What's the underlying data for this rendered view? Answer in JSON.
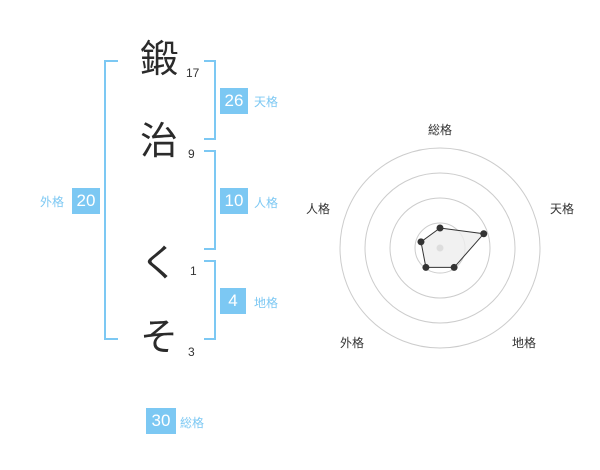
{
  "name": {
    "characters": [
      {
        "char": "鍛",
        "strokes": "17"
      },
      {
        "char": "治",
        "strokes": "9"
      },
      {
        "char": "く",
        "strokes": "1"
      },
      {
        "char": "そ",
        "strokes": "3"
      }
    ]
  },
  "fortunes": {
    "tenkaku": {
      "value": "26",
      "label": "天格"
    },
    "jinkaku": {
      "value": "10",
      "label": "人格"
    },
    "chikaku": {
      "value": "4",
      "label": "地格"
    },
    "gaikaku": {
      "value": "20",
      "label": "外格"
    },
    "soukaku": {
      "value": "30",
      "label": "総格"
    }
  },
  "radar": {
    "axes": [
      "総格",
      "天格",
      "地格",
      "外格",
      "人格"
    ],
    "values": [
      0.2,
      0.46,
      0.24,
      0.24,
      0.2
    ],
    "colors": {
      "ring": "#cccccc",
      "fill": "#eeeeee",
      "line": "#333333",
      "point": "#333333",
      "center": "#dddddd"
    }
  },
  "colors": {
    "accent": "#7cc8f3",
    "text": "#2b2b2b"
  }
}
